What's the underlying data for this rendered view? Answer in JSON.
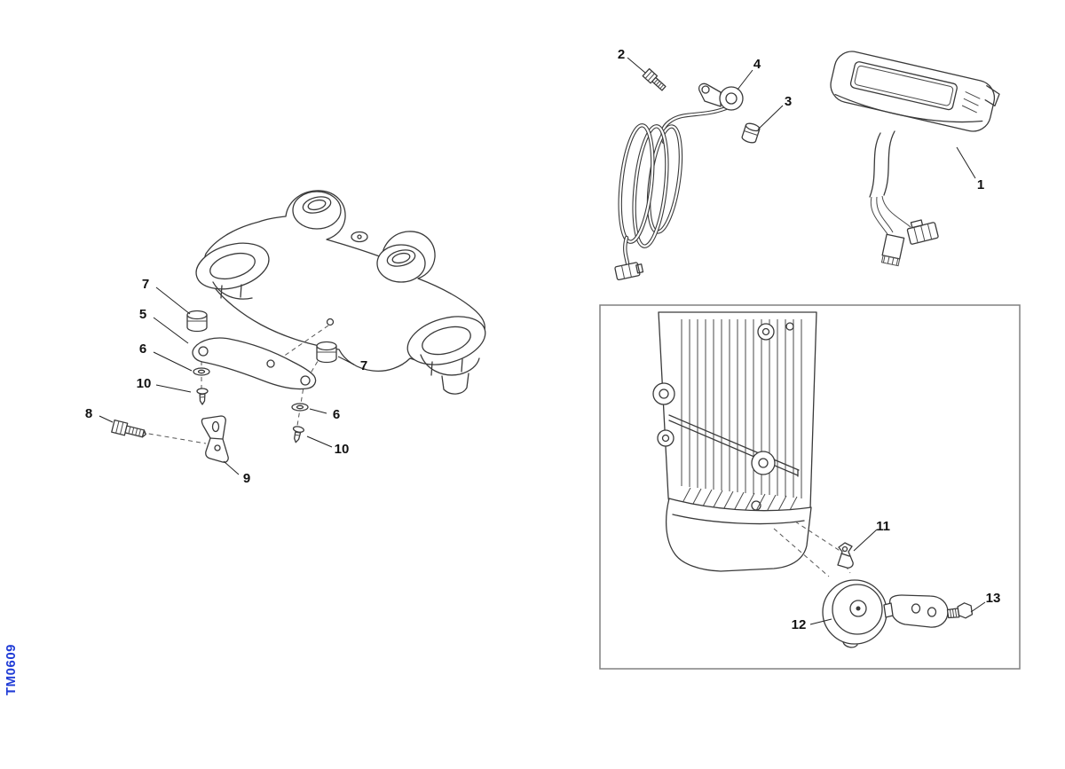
{
  "diagram": {
    "code": "TM0609",
    "code_color": "#1f3bd6",
    "line_color": "#3a3a3a",
    "box_border_color": "#808080",
    "callouts": {
      "n1": "1",
      "n2": "2",
      "n3": "3",
      "n4": "4",
      "n5": "5",
      "n6a": "6",
      "n6b": "6",
      "n7a": "7",
      "n7b": "7",
      "n8": "8",
      "n9": "9",
      "n10a": "10",
      "n10b": "10",
      "n11": "11",
      "n12": "12",
      "n13": "13"
    }
  }
}
